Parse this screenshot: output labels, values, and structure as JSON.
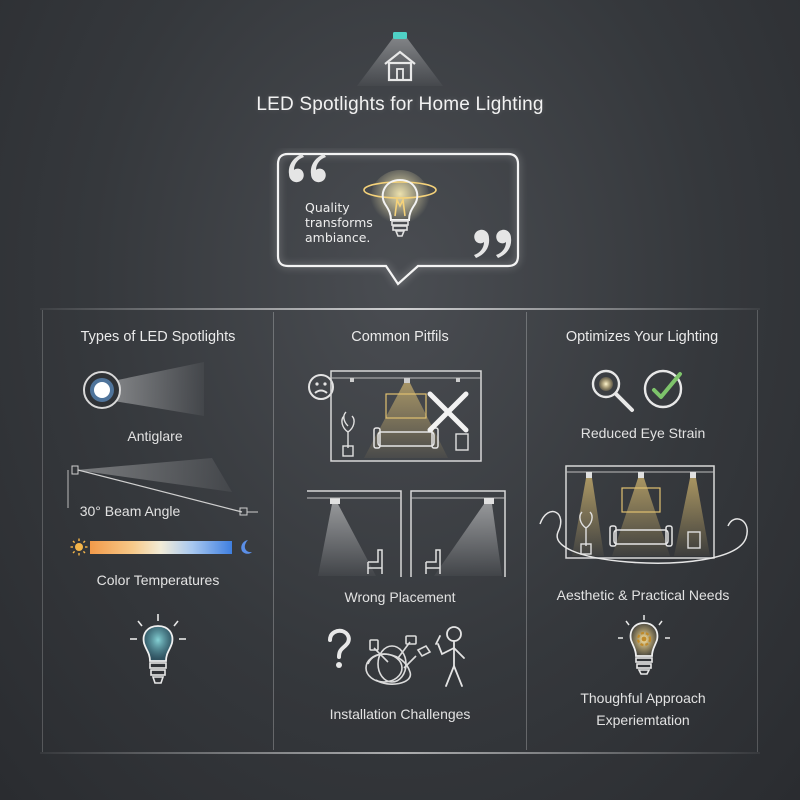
{
  "header": {
    "title": "LED Spotlights for Home Lighting"
  },
  "quote": {
    "text": "Quality transforms ambiance."
  },
  "panels": [
    {
      "title": "Types of LED Spotlights",
      "items": [
        "Antiglare",
        "30° Beam Angle",
        "Color Temperatures"
      ]
    },
    {
      "title": "Common Pitfils",
      "items": [
        "Wrong Placement",
        "Installation Challenges"
      ]
    },
    {
      "title": "Optimizes Your Lighting",
      "items": [
        "Reduced Eye Strain",
        "Aesthetic & Practical Needs",
        "Thoughful Approach",
        "Experiemtation"
      ]
    }
  ],
  "colors": {
    "background": "#3a3d41",
    "accent_teal": "#4fd1c5",
    "warm_light": "#f5d27a",
    "check_green": "#7ec46b",
    "warm_gradient_start": "#f29a4a",
    "cool_gradient_end": "#3f7fe0"
  },
  "icons": [
    "house-icon",
    "quote-open-icon",
    "quote-close-icon",
    "lightbulb-icon",
    "recessed-spotlight-icon",
    "sun-icon",
    "moon-icon",
    "idea-bulb-icon",
    "sad-face-icon",
    "cross-icon",
    "question-mark-icon",
    "tangled-cables-icon",
    "person-icon",
    "magnifier-icon",
    "checkmark-icon",
    "gear-bulb-icon"
  ]
}
